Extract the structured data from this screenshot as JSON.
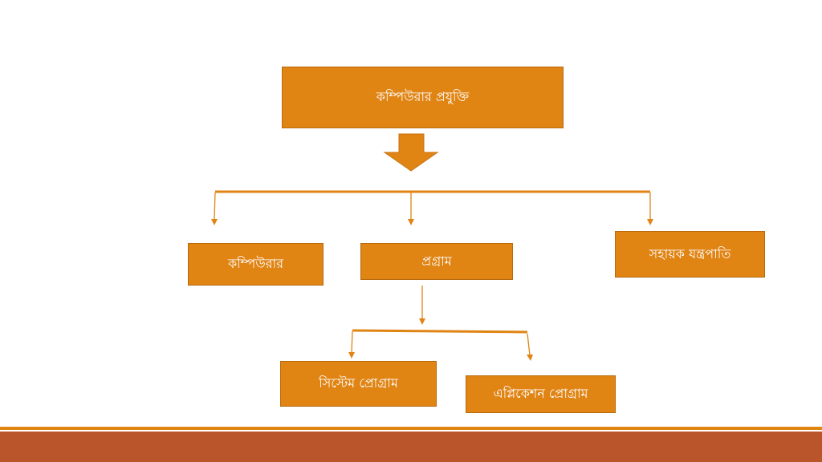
{
  "diagram": {
    "root": "কম্পিউরার প্রযুক্তি",
    "level1": {
      "computer": "কম্পিউরার",
      "program": "প্রগ্রাম",
      "peripheral": "সহায়ক যন্ত্রপাতি"
    },
    "level2": {
      "system_program": "সিস্টেম প্রোগ্রাম",
      "application_program": "এপ্লিকেশন প্রোগ্রাম"
    }
  },
  "colors": {
    "box_fill": "#e08414",
    "box_border": "#b8690e",
    "footer_bar": "#ba552b",
    "footer_line": "#e08414"
  }
}
